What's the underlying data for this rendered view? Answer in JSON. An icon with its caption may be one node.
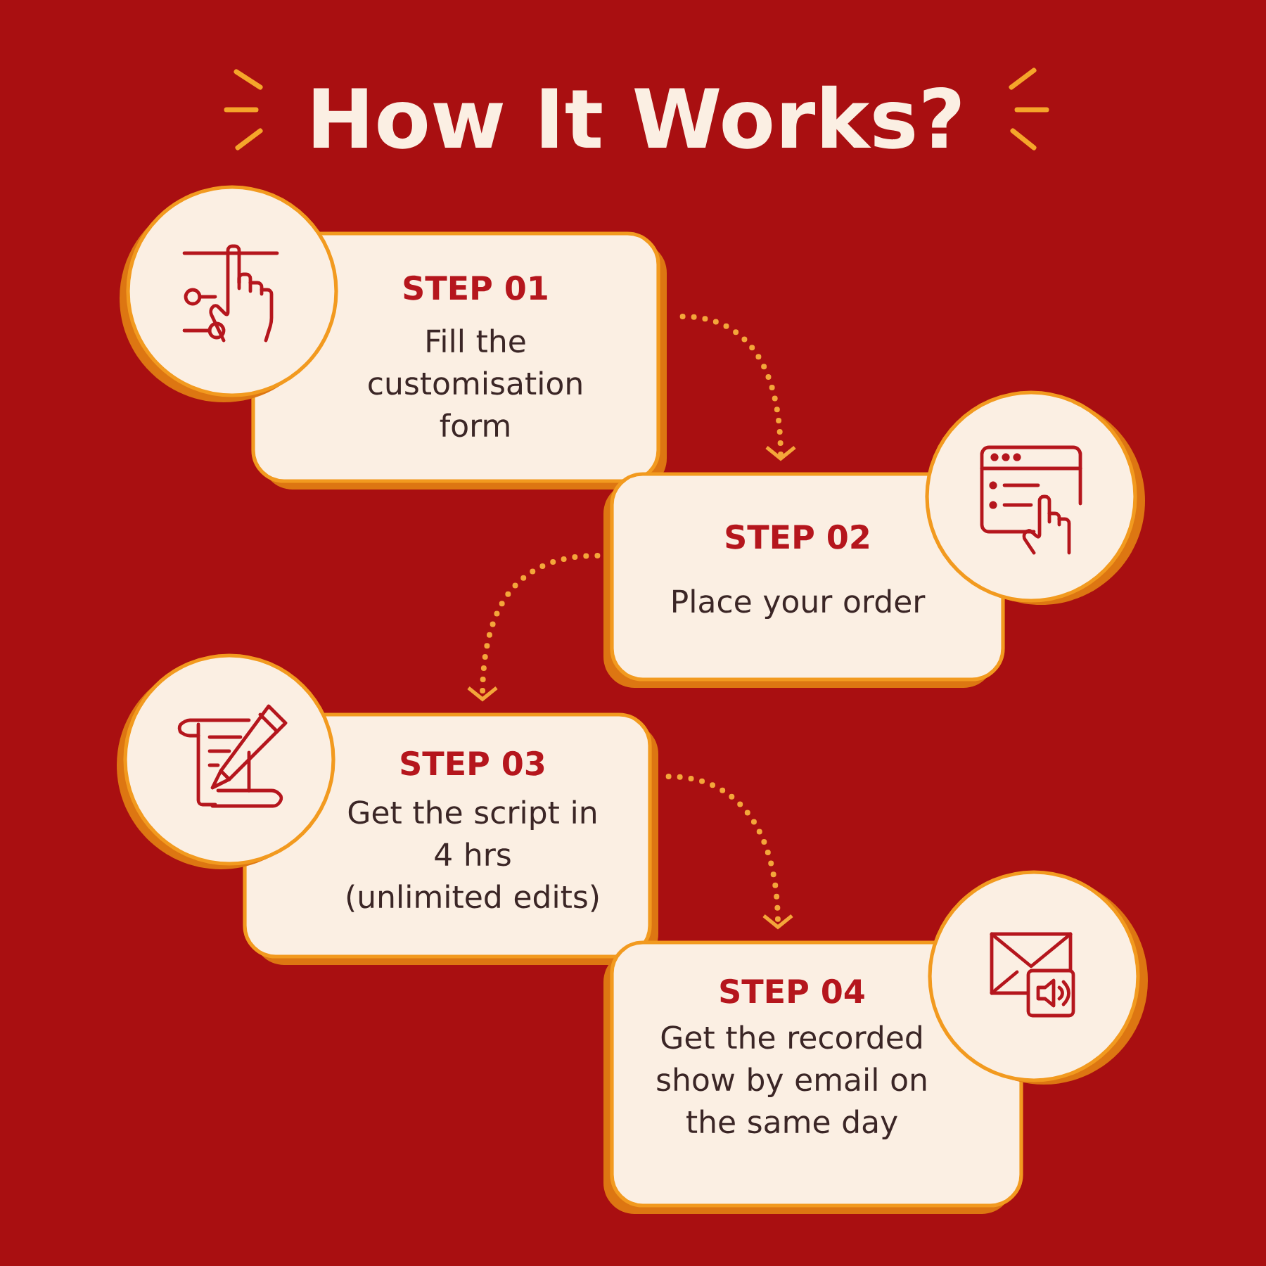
{
  "diagram": {
    "title": "How It Works?",
    "nodes": [
      {
        "text": [
          "STEP 01",
          "Fill the customisation form"
        ]
      },
      {
        "text": [
          "STEP 02",
          "Place your order"
        ]
      },
      {
        "text": [
          "STEP 03",
          "Get the script in 4 hrs (unlimited edits)"
        ]
      },
      {
        "text": [
          "STEP 04",
          "Get the recorded show by email on the same day"
        ]
      }
    ],
    "edges": [
      {
        "from": 0,
        "to": 1,
        "arrow": "to"
      },
      {
        "from": 1,
        "to": 2,
        "arrow": "to"
      },
      {
        "from": 2,
        "to": 3,
        "arrow": "to"
      }
    ]
  }
}
